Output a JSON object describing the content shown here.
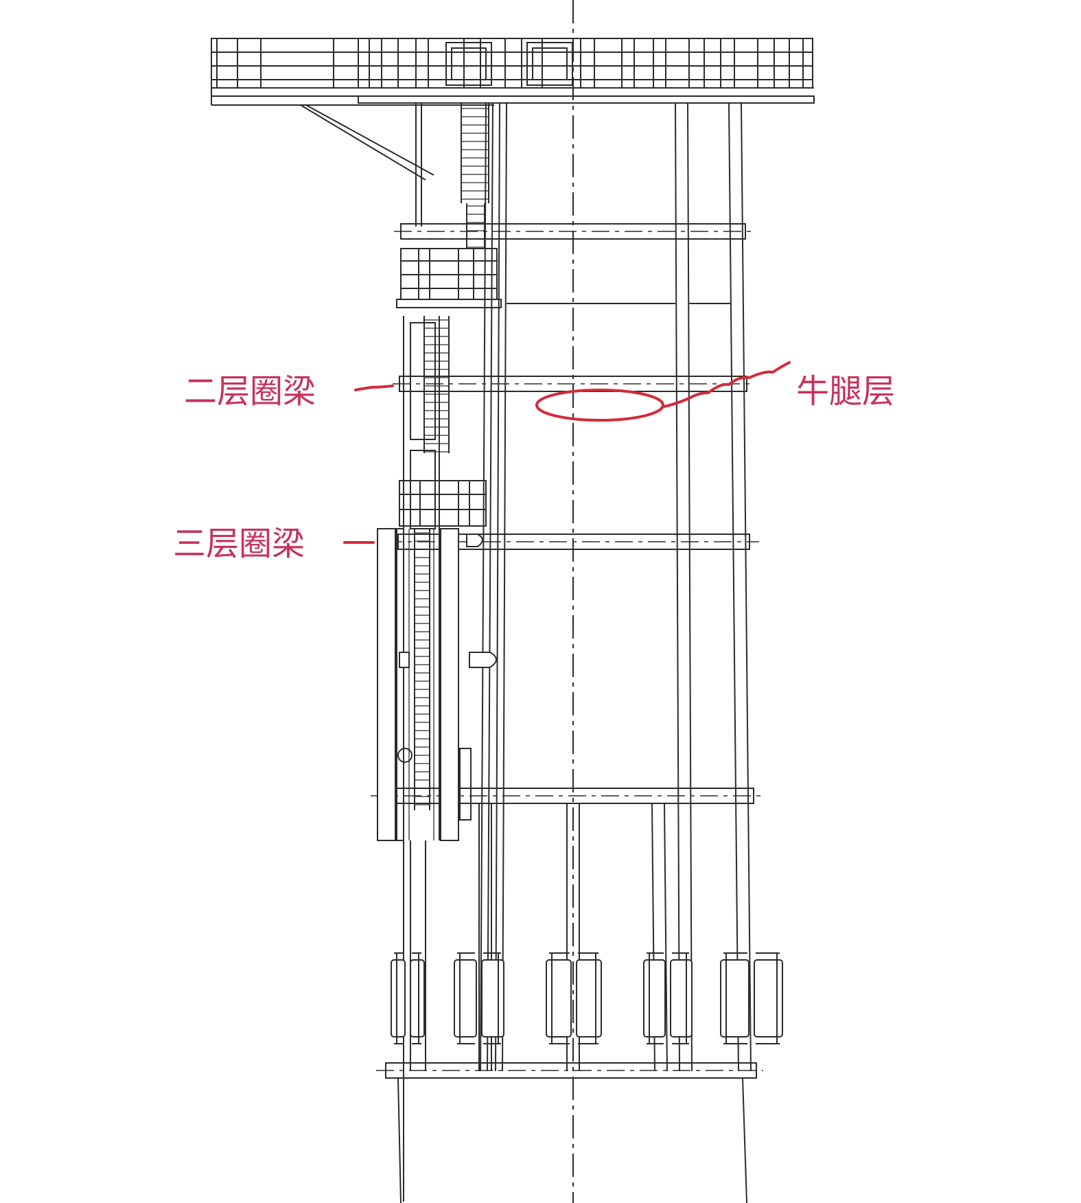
{
  "labels": {
    "second_ring_beam": "二层圈梁",
    "corbel_layer": "牛腿层",
    "third_ring_beam": "三层圈梁"
  },
  "colors": {
    "annotation": "#d42a3a",
    "label_text": "#c8325a",
    "line": "#2b2b2b",
    "background": "#ffffff"
  }
}
